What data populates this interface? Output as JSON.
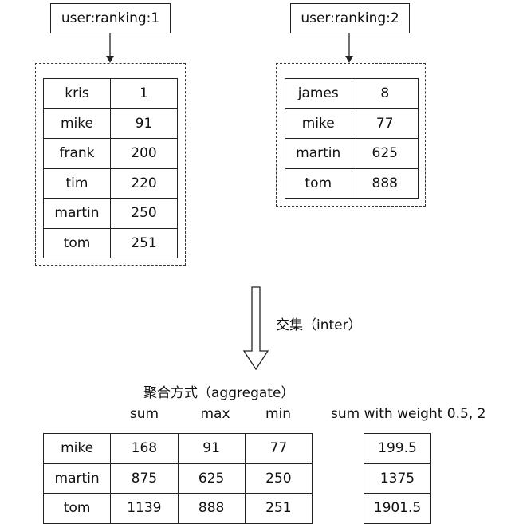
{
  "keys": [
    "user:ranking:1",
    "user:ranking:2"
  ],
  "set1": [
    [
      "kris",
      "1"
    ],
    [
      "mike",
      "91"
    ],
    [
      "frank",
      "200"
    ],
    [
      "tim",
      "220"
    ],
    [
      "martin",
      "250"
    ],
    [
      "tom",
      "251"
    ]
  ],
  "set2": [
    [
      "james",
      "8"
    ],
    [
      "mike",
      "77"
    ],
    [
      "martin",
      "625"
    ],
    [
      "tom",
      "888"
    ]
  ],
  "operation_label": "交集（inter）",
  "aggregate_label": "聚合方式（aggregate）",
  "columns": [
    "sum",
    "max",
    "min"
  ],
  "weighted_header": "sum with weight 0.5, 2",
  "result": [
    {
      "member": "mike",
      "sum": "168",
      "max": "91",
      "min": "77",
      "weighted": "199.5"
    },
    {
      "member": "martin",
      "sum": "875",
      "max": "625",
      "min": "250",
      "weighted": "1375"
    },
    {
      "member": "tom",
      "sum": "1139",
      "max": "888",
      "min": "251",
      "weighted": "1901.5"
    }
  ]
}
